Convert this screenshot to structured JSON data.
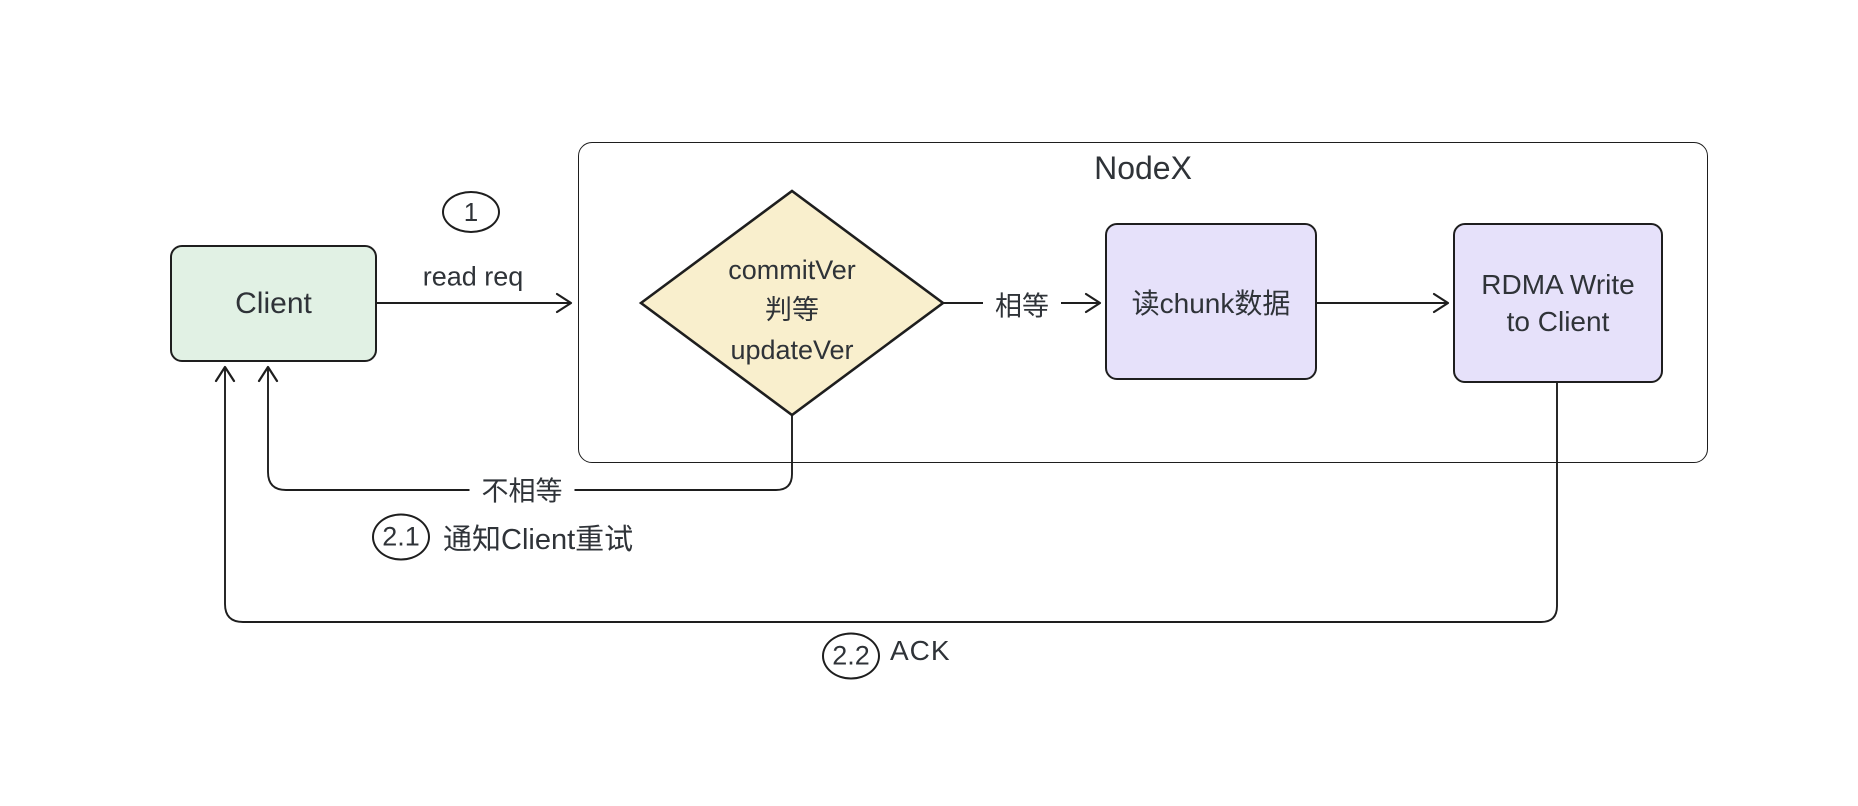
{
  "diagram": {
    "background": "#ffffff",
    "stroke_color": "#1e1e1e",
    "text_color": "#2f3338",
    "container": {
      "title": "NodeX"
    },
    "nodes": {
      "client": {
        "label": "Client",
        "fill": "#e1f1e4"
      },
      "decision": {
        "line1": "commitVer",
        "line2": "判等",
        "line3": "updateVer",
        "fill": "#f9efcd"
      },
      "read_chunk": {
        "label": "读chunk数据",
        "fill": "#e6e1fa"
      },
      "rdma_write": {
        "line1": "RDMA Write",
        "line2": "to Client",
        "fill": "#e6e1fa"
      }
    },
    "edges": {
      "read_req": {
        "badge": "1",
        "label": "read req"
      },
      "equal": {
        "label": "相等"
      },
      "not_equal": {
        "label": "不相等"
      },
      "retry": {
        "badge": "2.1",
        "label": "通知Client重试"
      },
      "ack": {
        "badge": "2.2",
        "label": "ACK"
      }
    }
  }
}
